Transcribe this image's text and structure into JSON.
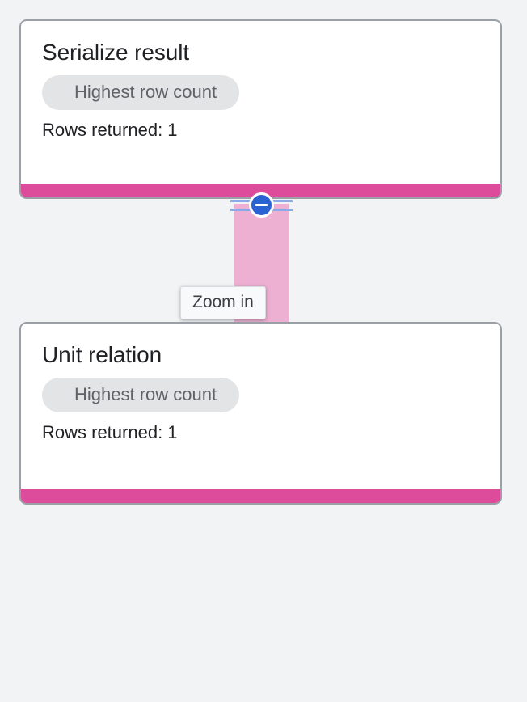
{
  "theme": {
    "background": "#f1f3f4",
    "card_background": "#ffffff",
    "card_border": "#9aa0a6",
    "accent_bar": "#dd4b9b",
    "edge_fill": "#edafd2",
    "handle_blue": "#2a62d2",
    "rail_blue": "#8aa9e8",
    "chip_background": "#e3e4e6",
    "chip_text": "#5f6368",
    "title_text": "#202124",
    "tooltip_background": "#f8f9fa"
  },
  "nodes": [
    {
      "id": "serialize-result",
      "title": "Serialize result",
      "chip_label": "Highest row count",
      "rows_label": "Rows returned: 1"
    },
    {
      "id": "unit-relation",
      "title": "Unit relation",
      "chip_label": "Highest row count",
      "rows_label": "Rows returned: 1"
    }
  ],
  "edge": {
    "handle_icon": "minus-circle-icon",
    "handle_action": "collapse-edge"
  },
  "tooltip": {
    "text": "Zoom in",
    "visible": true
  }
}
